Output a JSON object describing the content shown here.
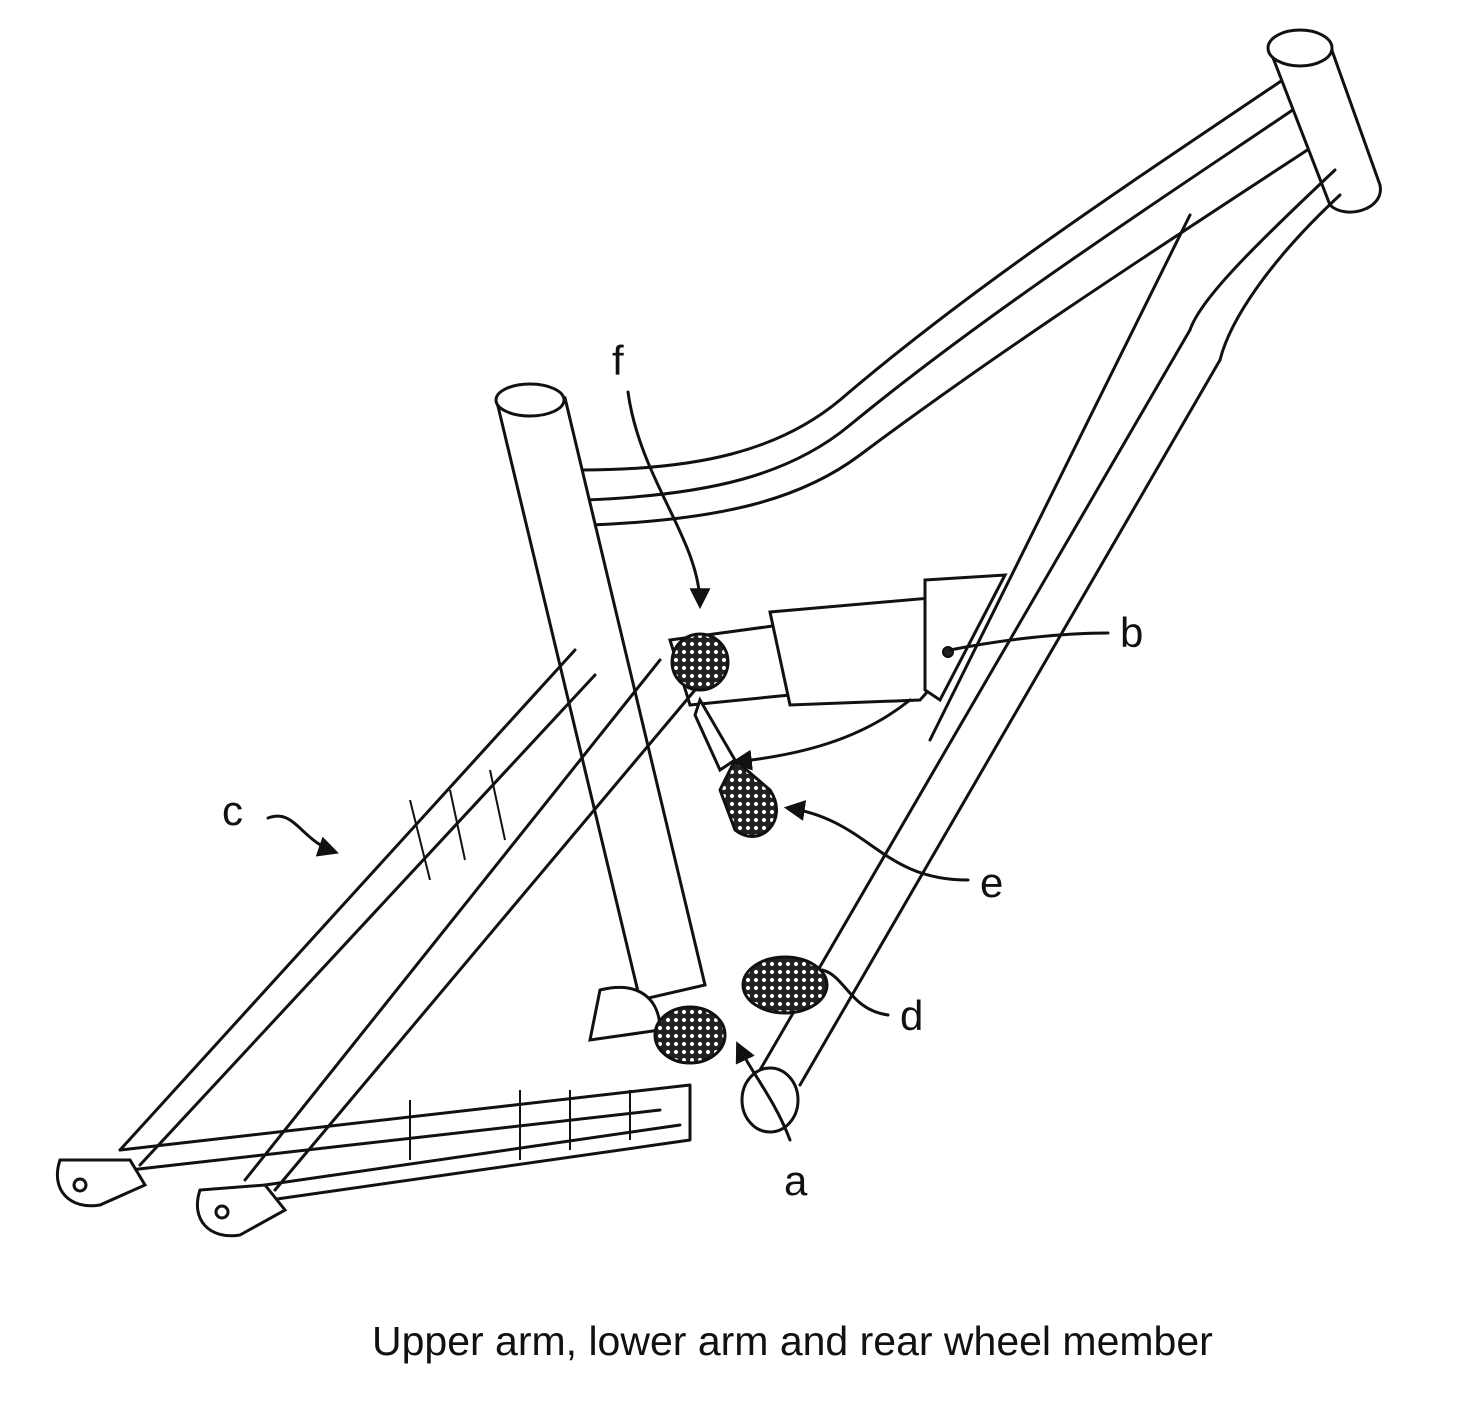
{
  "figure": {
    "labels": {
      "a": "a",
      "b": "b",
      "c": "c",
      "d": "d",
      "e": "e",
      "f": "f"
    },
    "caption": "Upper arm, lower arm and rear wheel member"
  }
}
